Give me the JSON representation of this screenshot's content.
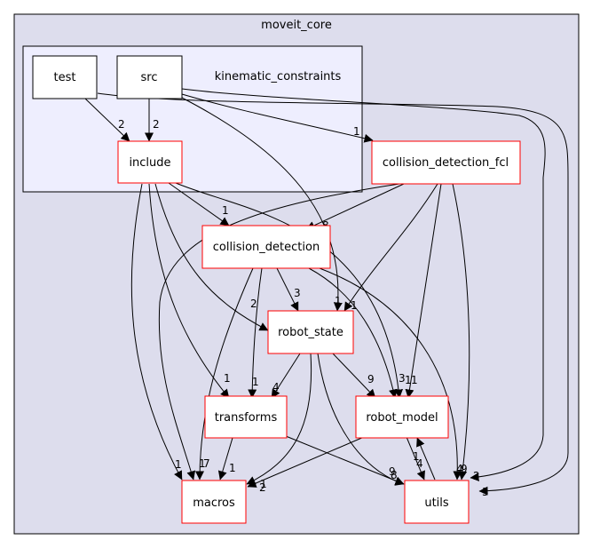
{
  "outer_cluster": {
    "label": "moveit_core"
  },
  "inner_cluster": {
    "label": "kinematic_constraints"
  },
  "nodes": {
    "test": "test",
    "src": "src",
    "include": "include",
    "collision_detection_fcl": "collision_detection_fcl",
    "collision_detection": "collision_detection",
    "robot_state": "robot_state",
    "transforms": "transforms",
    "robot_model": "robot_model",
    "macros": "macros",
    "utils": "utils"
  },
  "edges": {
    "test_include": "2",
    "src_include": "2",
    "src_cdfcl": "1",
    "cdfcl_cd": "8",
    "include_cd": "1",
    "include_rs": "2",
    "include_tf": "1",
    "include_macros": "1",
    "include_rm": "3",
    "src_rs": "1",
    "src_utils": "2",
    "test_utils": "3",
    "cd_rs": "3",
    "cd_tf": "1",
    "cd_macros": "7",
    "cd_rm": "1",
    "cd_utils": "4",
    "cdfcl_rs": "1",
    "cdfcl_rm": "1",
    "cdfcl_utils": "9",
    "cdfcl_macros": "1",
    "rs_tf": "4",
    "rs_rm": "9",
    "rs_macros": "1",
    "rs_utils": "8",
    "tf_macros": "1",
    "tf_utils": "9",
    "rm_macros": "2",
    "rm_utils": "4",
    "utils_rm": "1"
  }
}
